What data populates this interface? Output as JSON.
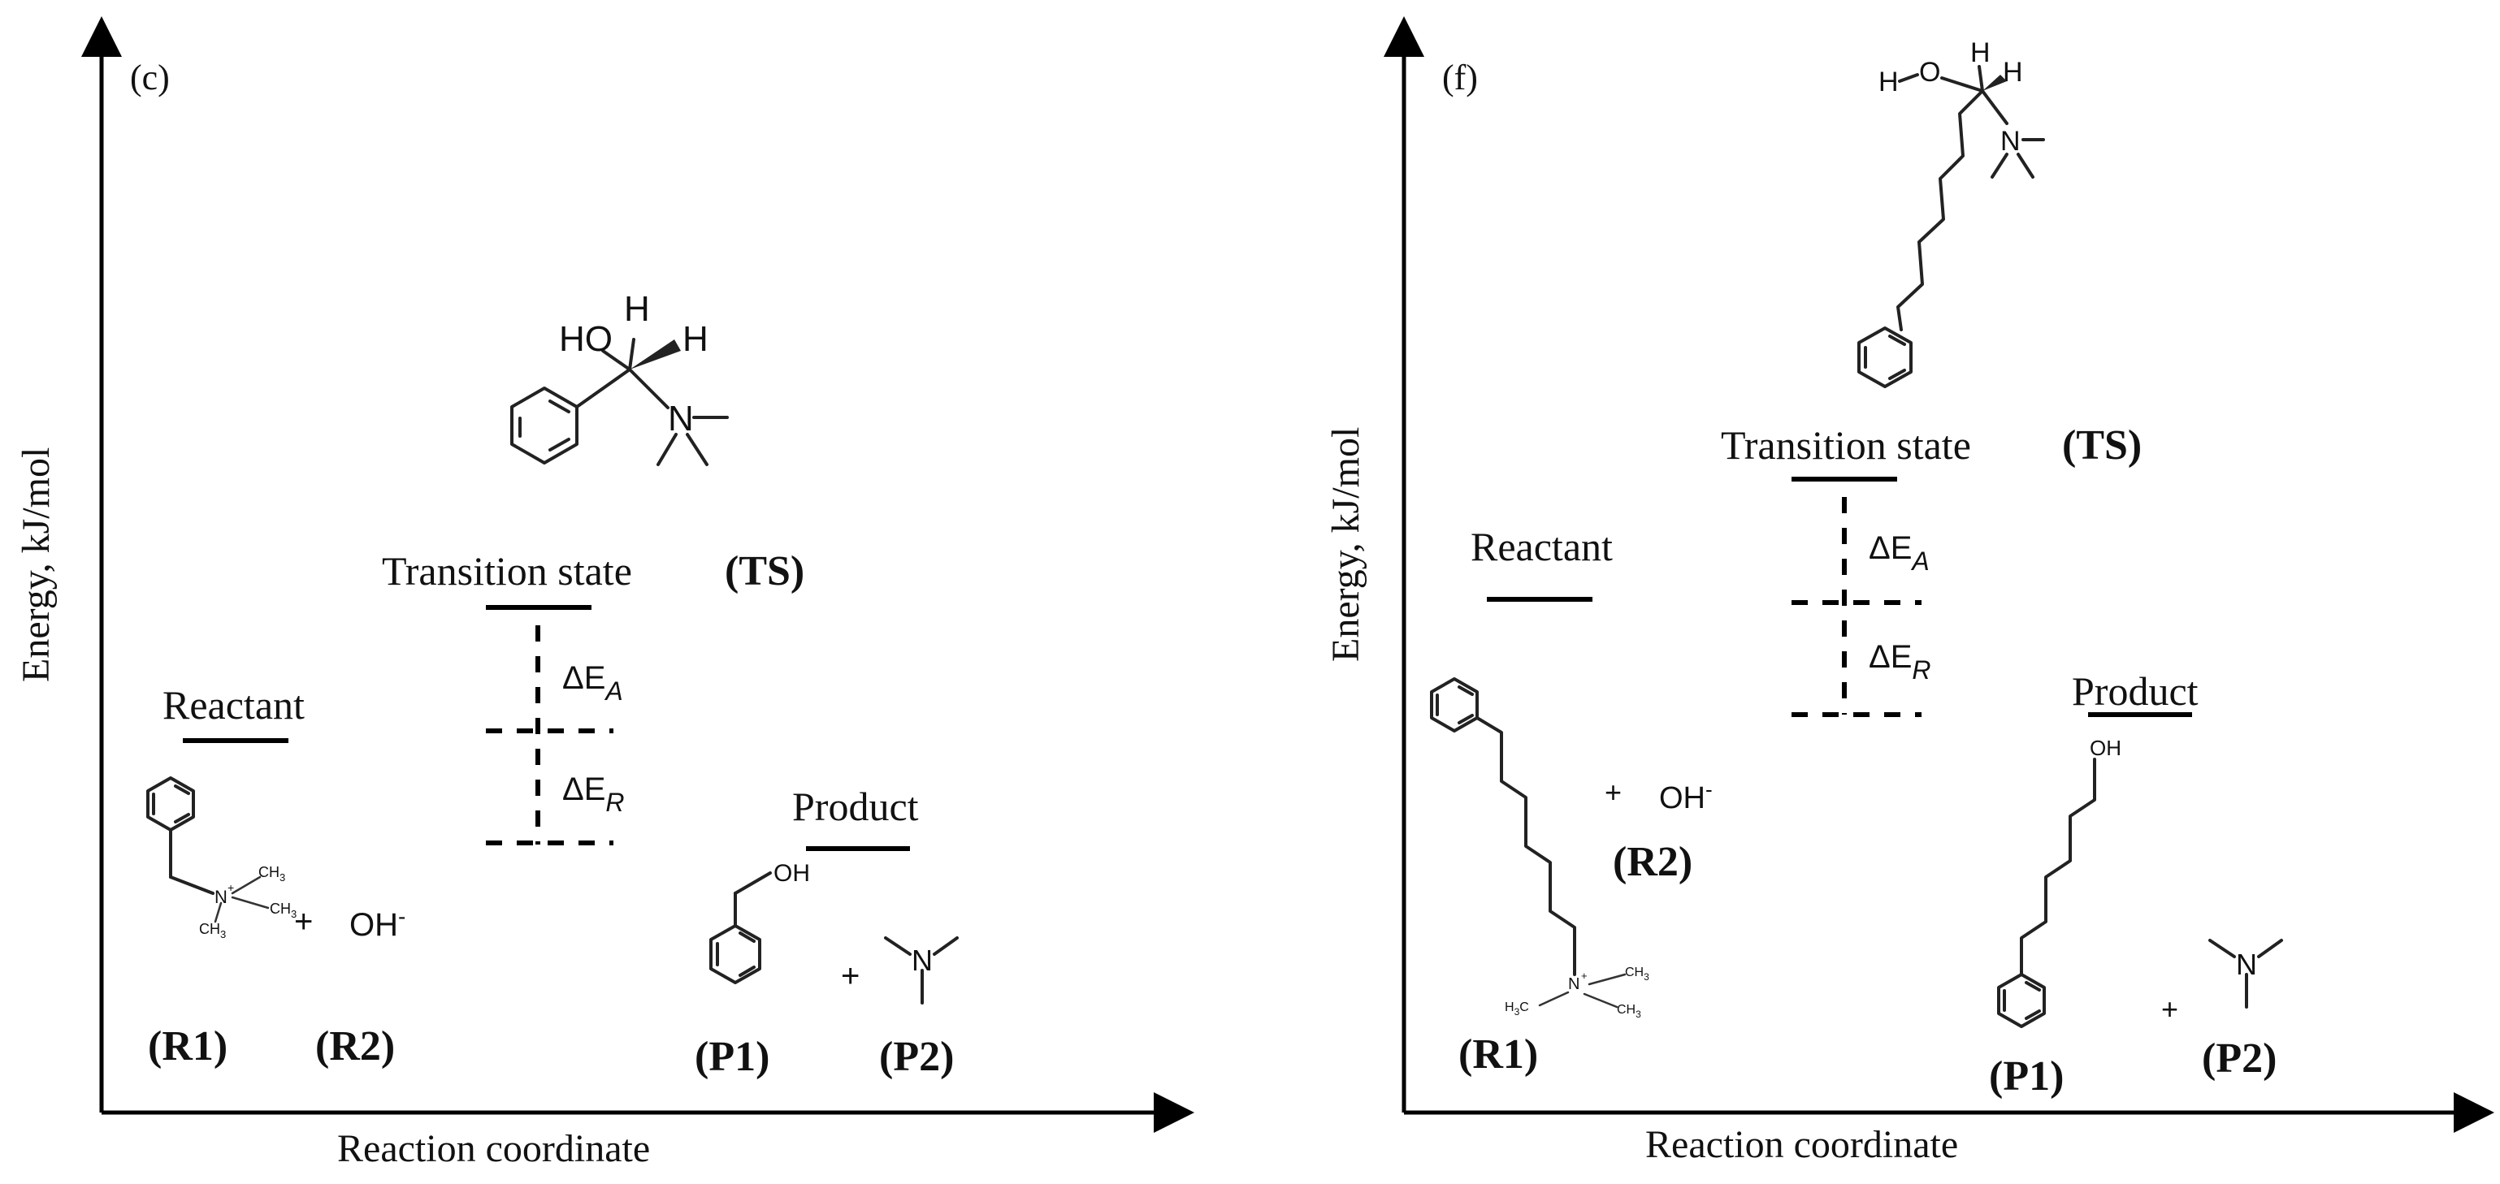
{
  "colors": {
    "ink": "#111111",
    "background": "#ffffff"
  },
  "panels": [
    {
      "id": "c",
      "label": "(c)",
      "y_axis": "Energy, kJ/mol",
      "x_axis": "Reaction coordinate",
      "ts_text": "Transition state",
      "ts_tag": "(TS)",
      "reactant": "Reactant",
      "product": "Product",
      "dEa": "ΔE",
      "dEa_sub": "A",
      "dEr": "ΔE",
      "dEr_sub": "R",
      "r1": "(R1)",
      "r2": "(R2)",
      "p1": "(P1)",
      "p2": "(P2)",
      "plus1": "+",
      "plus2": "+",
      "oh": "OH",
      "oh_charge": "-",
      "ts_ho": "HO",
      "ts_h1": "H",
      "ts_h2": "H",
      "ts_n": "N",
      "r1_n": "N",
      "r1_plus": "+",
      "r1_me1": "CH",
      "r1_me1_sub": "3",
      "r1_me2": "CH",
      "r1_me2_sub": "3",
      "r1_me3": "CH",
      "r1_me3_sub": "3",
      "p1_oh": "OH",
      "p2_n": "N"
    },
    {
      "id": "f",
      "label": "(f)",
      "y_axis": "Energy, kJ/mol",
      "x_axis": "Reaction coordinate",
      "ts_text": "Transition state",
      "ts_tag": "(TS)",
      "reactant": "Reactant",
      "product": "Product",
      "dEa": "ΔE",
      "dEa_sub": "A",
      "dEr": "ΔE",
      "dEr_sub": "R",
      "r1": "(R1)",
      "r2": "(R2)",
      "p1": "(P1)",
      "p2": "(P2)",
      "plus1": "+",
      "plus2": "+",
      "oh": "OH",
      "oh_charge": "-",
      "ts_h_left": "H",
      "ts_o": "O",
      "ts_h1": "H",
      "ts_h2": "H",
      "ts_n": "N",
      "r1_n": "N",
      "r1_plus": "+",
      "r1_me_left": "H",
      "r1_me_left_sub": "3",
      "r1_me_left_c": "C",
      "r1_me2": "CH",
      "r1_me2_sub": "3",
      "r1_me3": "CH",
      "r1_me3_sub": "3",
      "p1_oh": "OH",
      "p2_n": "N"
    }
  ]
}
